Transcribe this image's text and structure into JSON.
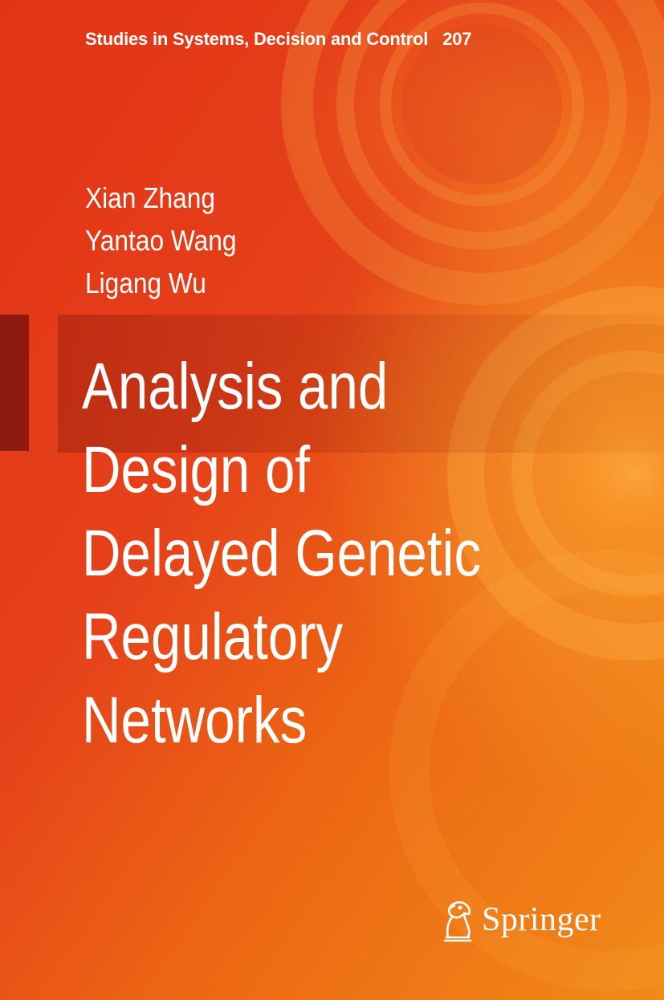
{
  "series": {
    "name": "Studies in Systems, Decision and Control",
    "volume": "207"
  },
  "authors": [
    "Xian Zhang",
    "Yantao Wang",
    "Ligang Wu"
  ],
  "title_lines": [
    "Analysis and",
    "Design of",
    "Delayed Genetic",
    "Regulatory",
    "Networks"
  ],
  "publisher": {
    "name": "Springer",
    "logo_icon": "springer-horse-icon"
  },
  "colors": {
    "background_primary": "#e03a14",
    "background_secondary": "#f18a18",
    "accent_bar": "#8e1a12",
    "text": "#ffffff"
  }
}
